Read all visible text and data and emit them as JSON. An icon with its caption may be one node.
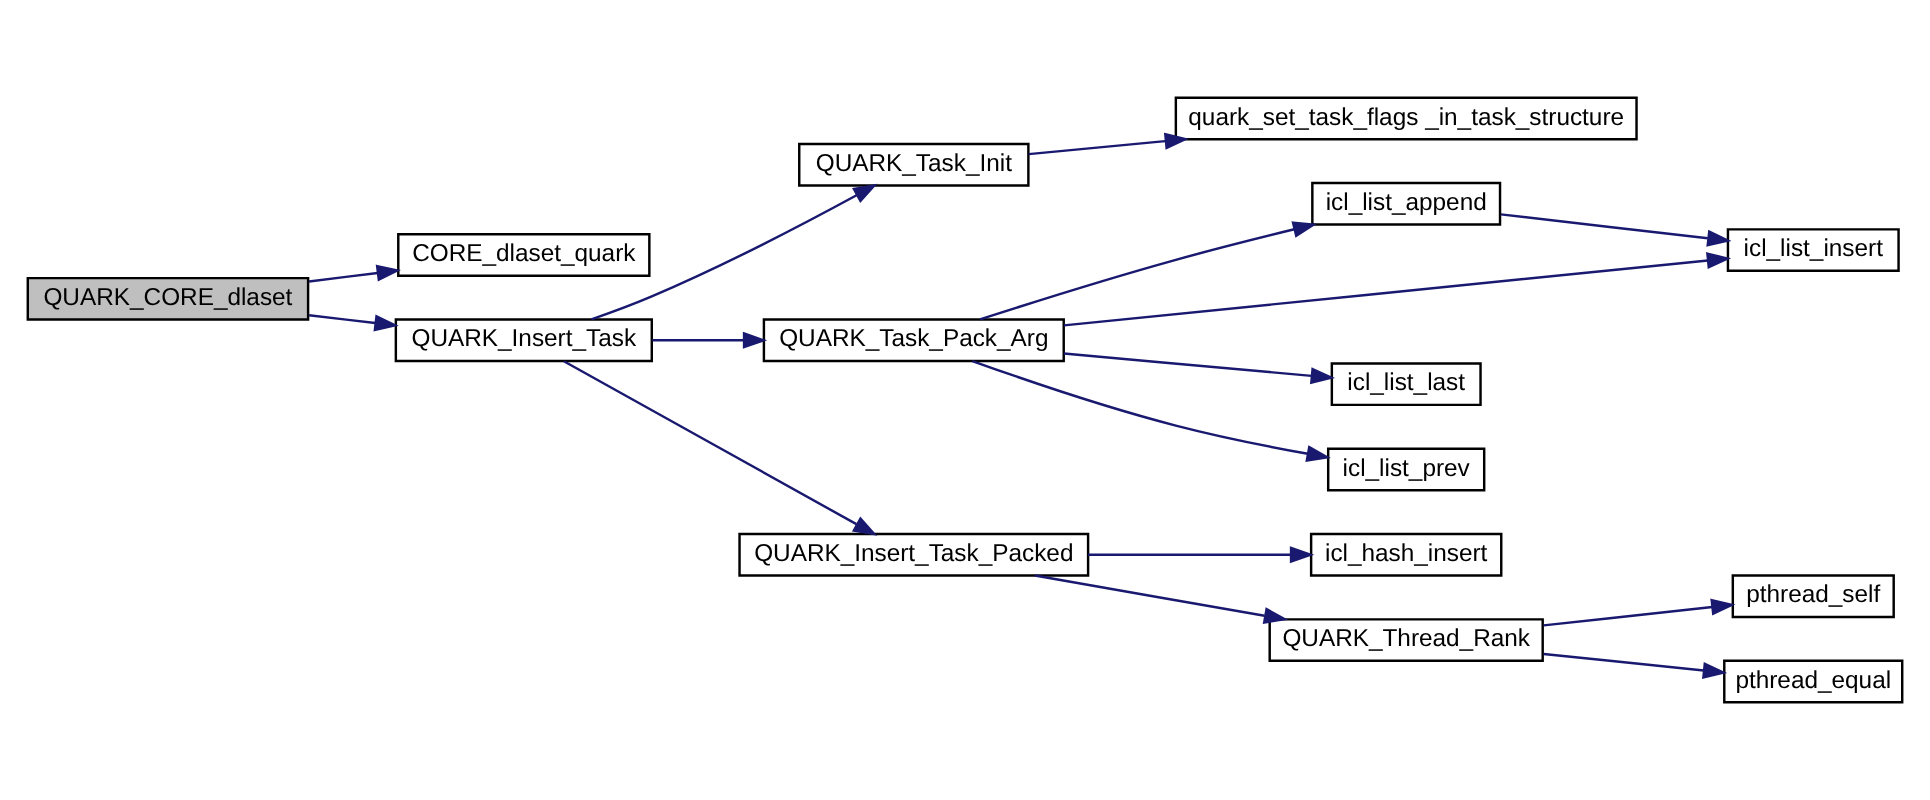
{
  "diagram": {
    "nodes": [
      {
        "text": [
          "QUARK_CORE_dlaset"
        ]
      },
      {
        "text": [
          "CORE_dlaset_quark"
        ]
      },
      {
        "text": [
          "QUARK_Insert_Task"
        ]
      },
      {
        "text": [
          "QUARK_Task_Init"
        ]
      },
      {
        "text": [
          "quark_set_task_flags _in_task_structure"
        ]
      },
      {
        "text": [
          "QUARK_Task_Pack_Arg"
        ]
      },
      {
        "text": [
          "QUARK_Insert_Task_Packed"
        ]
      },
      {
        "text": [
          "icl_list_append"
        ]
      },
      {
        "text": [
          "icl_list_insert"
        ]
      },
      {
        "text": [
          "icl_list_last"
        ]
      },
      {
        "text": [
          "icl_list_prev"
        ]
      },
      {
        "text": [
          "icl_hash_insert"
        ]
      },
      {
        "text": [
          "QUARK_Thread_Rank"
        ]
      },
      {
        "text": [
          "pthread_self"
        ]
      },
      {
        "text": [
          "pthread_equal"
        ]
      }
    ],
    "edges": [
      {
        "from": 0,
        "to": 1,
        "arrow": "to"
      },
      {
        "from": 0,
        "to": 2,
        "arrow": "to"
      },
      {
        "from": 2,
        "to": 3,
        "arrow": "to"
      },
      {
        "from": 2,
        "to": 5,
        "arrow": "to"
      },
      {
        "from": 2,
        "to": 6,
        "arrow": "to"
      },
      {
        "from": 3,
        "to": 4,
        "arrow": "to"
      },
      {
        "from": 5,
        "to": 7,
        "arrow": "to"
      },
      {
        "from": 5,
        "to": 8,
        "arrow": "to"
      },
      {
        "from": 5,
        "to": 9,
        "arrow": "to"
      },
      {
        "from": 5,
        "to": 10,
        "arrow": "to"
      },
      {
        "from": 7,
        "to": 8,
        "arrow": "to"
      },
      {
        "from": 6,
        "to": 11,
        "arrow": "to"
      },
      {
        "from": 6,
        "to": 12,
        "arrow": "to"
      },
      {
        "from": 12,
        "to": 13,
        "arrow": "to"
      },
      {
        "from": 12,
        "to": 14,
        "arrow": "to"
      }
    ]
  }
}
